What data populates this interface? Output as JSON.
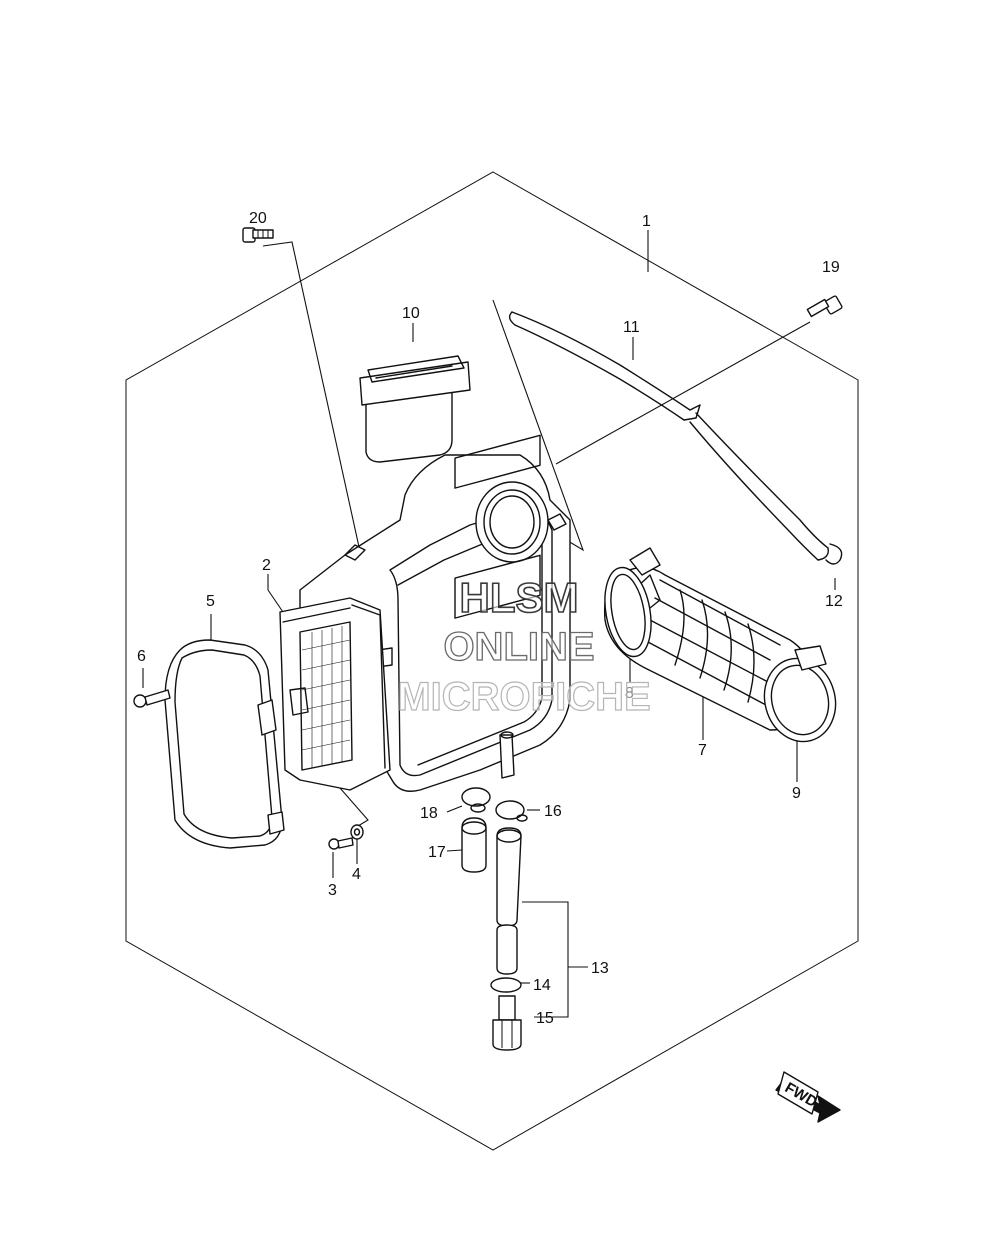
{
  "callouts": {
    "c1": "1",
    "c2": "2",
    "c3": "3",
    "c4": "4",
    "c5": "5",
    "c6": "6",
    "c7": "7",
    "c8": "8",
    "c9": "9",
    "c10": "10",
    "c11": "11",
    "c12": "12",
    "c13": "13",
    "c14": "14",
    "c15": "15",
    "c16": "16",
    "c17": "17",
    "c18": "18",
    "c19": "19",
    "c20": "20"
  },
  "watermark": {
    "line1": "HLSM",
    "line2": "ONLINE",
    "line3": "MICROFICHE"
  },
  "fwd_label": "FWD"
}
